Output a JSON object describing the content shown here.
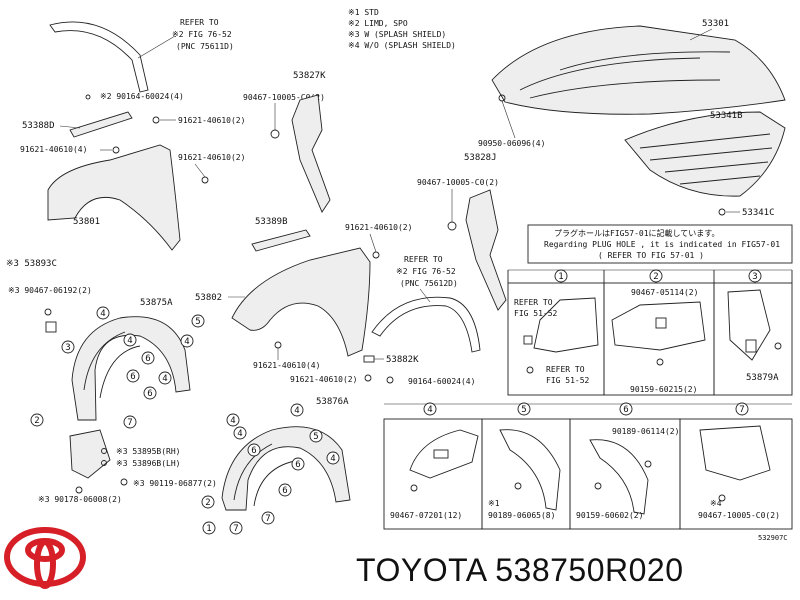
{
  "brand_text": "TOYOTA 538750R020",
  "logo_color": "#d61f26",
  "drawing_number": "532907C",
  "notes": [
    "※1 STD",
    "※2 LIMD, SPO",
    "※3 W (SPLASH SHIELD)",
    "※4 W/O (SPLASH SHIELD)"
  ],
  "refer_left": {
    "line1": "REFER TO",
    "line2": "※2 FIG 76-52",
    "line3": "(PNC 75611D)"
  },
  "refer_mid": {
    "line1": "REFER TO",
    "line2": "※2 FIG 76-52",
    "line3": "(PNC 75612D)"
  },
  "plug_hole": {
    "jp": "プラグホールはFIG57-01に記載しています。",
    "en": "Regarding PLUG HOLE , it is indicated in FIG57-01",
    "ref": "(    REFER TO FIG 57-01 )"
  },
  "refer_box1": {
    "a1": "REFER TO",
    "a2": "FIG 51-52",
    "b1": "REFER TO",
    "b2": "FIG 51-52"
  },
  "circle_nums": [
    "1",
    "2",
    "3",
    "4",
    "5",
    "6",
    "7"
  ],
  "parts": {
    "p53301": "53301",
    "p53341b": "53341B",
    "p53341c": "53341C",
    "p90950": "90950-06096(4)",
    "p53827k": "53827K",
    "p90467_10005_a": "90467-10005-C0(2)",
    "p53828j": "53828J",
    "p90467_10005_b": "90467-10005-C0(2)",
    "p53388d": "53388D",
    "p90164_a": "※2 90164-60024(4)",
    "p91621_a": "91621-40610(2)",
    "p91621_b": "91621-40610(4)",
    "p91621_c": "91621-40610(2)",
    "p53801": "53801",
    "p53389b": "53389B",
    "p91621_d": "91621-40610(2)",
    "p53802": "53802",
    "p91621_e": "91621-40610(4)",
    "p91621_f": "91621-40610(2)",
    "p53882k": "53882K",
    "p90164_b": "90164-60024(4)",
    "p53893c": "※3 53893C",
    "p90467_06192": "※3 90467-06192(2)",
    "p53875a": "53875A",
    "p53895b": "※3 53895B(RH)",
    "p53896b": "※3 53896B(LH)",
    "p90119": "※3 90119-06877(2)",
    "p90178": "※3 90178-06008(2)",
    "p53876a": "53876A",
    "p90467_05114": "90467-05114(2)",
    "p90159_60215": "90159-60215(2)",
    "p53879a": "53879A",
    "p90467_07201": "90467-07201(12)",
    "p90189_06065": "90189-06065(8)",
    "note1": "※1",
    "p90189_06114": "90189-06114(2)",
    "p90159_60602": "90159-60602(2)",
    "note4": "※4",
    "p90467_10005_c": "90467-10005-C0(2)"
  }
}
